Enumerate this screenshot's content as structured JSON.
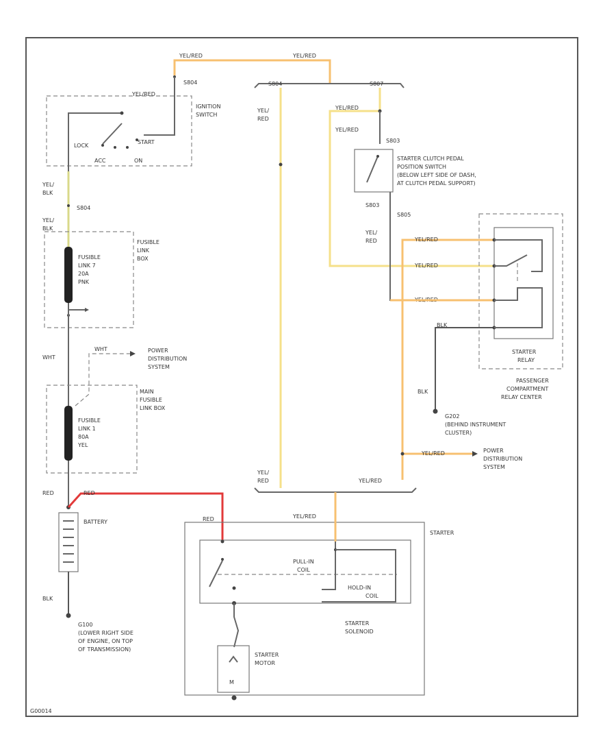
{
  "colors": {
    "yellow": "#f5e08a",
    "yellow_red": "#f7c070",
    "red": "#e23a3a",
    "yellow_black": "#d9d98a",
    "ground": "#555555"
  },
  "labels": {
    "w_top1": "YEL/RED",
    "w_top2": "YEL/RED",
    "c_top_left": "S804",
    "c_top_mid_left": "S804",
    "c_top_mid_right": "S807",
    "w_ign_out": "YEL/RED",
    "ign_switch_1": "IGNITION",
    "ign_switch_2": "SWITCH",
    "ign_lock": "LOCK",
    "ign_start": "START",
    "ign_acc": "ACC",
    "ign_on": "ON",
    "w_yel_red_left_1": "YEL/",
    "w_yel_red_left_2": "RED",
    "w_clutch_in": "YEL/RED",
    "w_clutch_in2": "YEL/RED",
    "c_clutch_pin_top": "S803",
    "clutch_1": "STARTER CLUTCH PEDAL",
    "clutch_2": "POSITION SWITCH",
    "clutch_3": "(BELOW LEFT SIDE OF DASH,",
    "clutch_4": "AT CLUTCH PEDAL SUPPORT)",
    "c_clutch_pin_bot": "S803",
    "c_clutch_pin_bot2": "S805",
    "w_yel_red_mid_1": "YEL/",
    "w_yel_red_mid_2": "RED",
    "w_ybk_1": "YEL/",
    "w_ybk_2": "BLK",
    "c_ign_in": "S804",
    "w_ybk_3": "YEL/",
    "w_ybk_4": "BLK",
    "fl7_1": "FUSIBLE",
    "fl7_2": "LINK 7",
    "fl7_3": "20A",
    "fl7_4": "PNK",
    "flbox_1": "FUSIBLE",
    "flbox_2": "LINK",
    "flbox_3": "BOX",
    "w_wht": "WHT",
    "w_wht2": "WHT",
    "pd1_1": "POWER",
    "pd1_2": "DISTRIBUTION",
    "pd1_3": "SYSTEM",
    "mfl_1": "MAIN",
    "mfl_2": "FUSIBLE",
    "mfl_3": "LINK BOX",
    "fl1_1": "FUSIBLE",
    "fl1_2": "LINK 1",
    "fl1_3": "80A",
    "fl1_4": "YEL",
    "w_relay_1": "YEL/RED",
    "w_relay_2": "YEL/RED",
    "w_relay_3": "YEL/RED",
    "w_relay_4": "BLK",
    "relay_1": "STARTER",
    "relay_2": "RELAY",
    "pcrc_1": "PASSENGER",
    "pcrc_2": "COMPARTMENT",
    "pcrc_3": "RELAY CENTER",
    "w_blk_g": "BLK",
    "g202_1": "G202",
    "g202_2": "(BEHIND INSTRUMENT",
    "g202_3": "CLUSTER)",
    "w_pd2": "YEL/RED",
    "pd2_1": "POWER",
    "pd2_2": "DISTRIBUTION",
    "pd2_3": "SYSTEM",
    "w_bot_left_1": "YEL/",
    "w_bot_left_2": "RED",
    "w_bot_right": "YEL/RED",
    "c_batt": "RED",
    "w_red_top": "RED",
    "battery": "BATTERY",
    "w_red_starter": "RED",
    "w_starter_in": "YEL/RED",
    "starter": "STARTER",
    "pullin_1": "PULL-IN",
    "pullin_2": "COIL",
    "holdin_1": "HOLD-IN",
    "holdin_2": "COIL",
    "sol_1": "STARTER",
    "sol_2": "SOLENOID",
    "w_blk_batt": "BLK",
    "g100_1": "G100",
    "g100_2": "(LOWER RIGHT SIDE",
    "g100_3": "OF ENGINE, ON TOP",
    "g100_4": "OF TRANSMISSION)",
    "motor_1": "STARTER",
    "motor_2": "MOTOR",
    "motor_m": "M",
    "footer_code": "G00014"
  }
}
